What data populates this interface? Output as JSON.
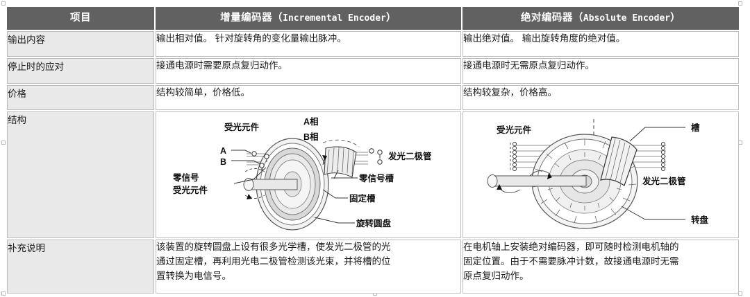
{
  "table": {
    "headers": [
      {
        "label": "项目",
        "en": ""
      },
      {
        "label": "增量编码器（Incremental Encoder）",
        "cn": "增量编码器（",
        "en": "Incremental Encoder",
        "close": "）"
      },
      {
        "label": "绝对编码器（Absolute Encoder）",
        "cn": "绝对编码器（",
        "en": "Absolute Encoder",
        "close": "）"
      }
    ],
    "rows": [
      {
        "label": "输出内容",
        "incremental": "输出相对值。 针对旋转角的变化量输出脉冲。",
        "absolute": "输出绝对值。 输出旋转角度的绝对值。"
      },
      {
        "label": "停止时的应对",
        "incremental": "接通电源时需要原点复归动作。",
        "absolute": "接通电源时无需原点复归动作。"
      },
      {
        "label": "价格",
        "incremental": "结构较简单，价格低。",
        "absolute": "结构较复杂，价格高。"
      },
      {
        "label": "结构",
        "incremental": "",
        "absolute": ""
      },
      {
        "label": "补充说明",
        "incremental_lines": [
          "该装置的旋转圆盘上设有很多光学槽，使发光二极管的光",
          "通过固定槽，再利用光电二极管检测该光束，并将槽的位",
          "置转换为电信号。"
        ],
        "absolute_lines": [
          "在电机轴上安装绝对编码器，即可随时检测电机轴的",
          "固定位置。由于不需要脉冲计数，故接通电源时无需",
          "原点复归动作。"
        ]
      }
    ]
  },
  "diagram_incremental": {
    "labels": {
      "photo_receiver": "受光元件",
      "phase_a": "A相",
      "phase_b": "B相",
      "a": "A",
      "b": "B",
      "zero_signal_line1": "零信号",
      "zero_signal_line2": "受光元件",
      "led": "发光二极管",
      "zero_slot": "零信号槽",
      "fixed_slot": "固定槽",
      "rotary_disk": "旋转圆盘"
    }
  },
  "diagram_absolute": {
    "labels": {
      "photo_receiver": "受光元件",
      "slot": "槽",
      "led": "发光二极管",
      "turntable": "转盘"
    }
  },
  "colors": {
    "header_bg": "#616161",
    "header_text": "#ffffff",
    "label_bg": "#e9e9e9",
    "cell_bg": "#ffffff",
    "border": "#bdbdbd",
    "text": "#1a1a1a"
  }
}
